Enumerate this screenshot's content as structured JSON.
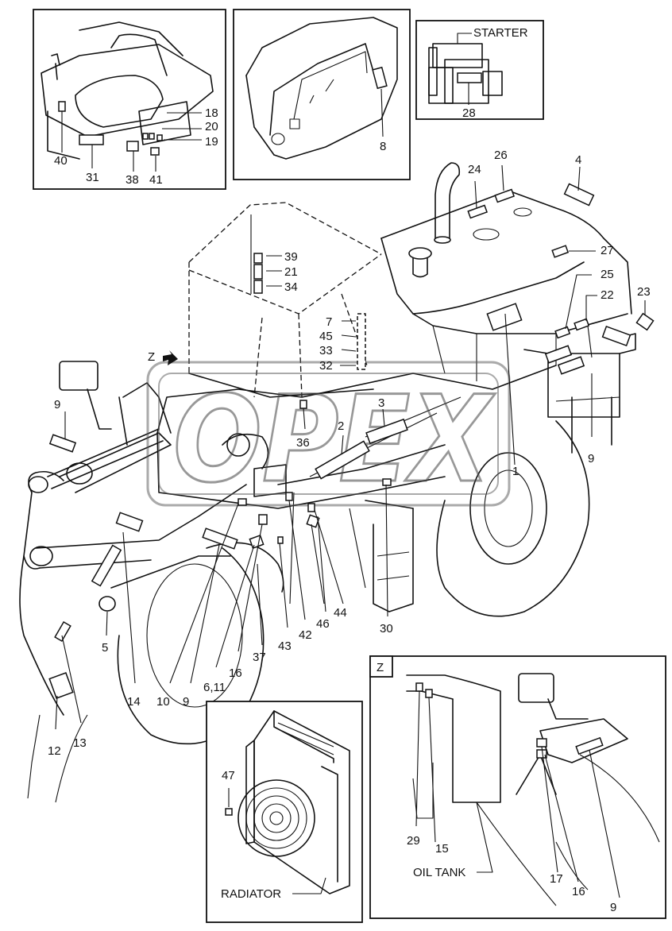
{
  "diagram": {
    "watermark": "OPEX",
    "inset_starter": {
      "title": "STARTER",
      "part": "28"
    },
    "inset_seat": {
      "parts": [
        "18",
        "20",
        "19",
        "40",
        "31",
        "38",
        "41"
      ]
    },
    "inset_dash": {
      "parts": [
        "8"
      ]
    },
    "inset_z": {
      "view": "Z",
      "oil_tank": "OIL TANK",
      "parts": [
        "29",
        "15",
        "17",
        "16",
        "9"
      ]
    },
    "inset_radiator": {
      "title": "RADIATOR",
      "part": "47"
    },
    "view_marker": "Z",
    "main_parts": {
      "p24": "24",
      "p26": "26",
      "p4": "4",
      "p27": "27",
      "p25": "25",
      "p22": "22",
      "p23": "23",
      "p39": "39",
      "p21": "21",
      "p34": "34",
      "p7": "7",
      "p45": "45",
      "p33": "33",
      "p32": "32",
      "p36": "36",
      "p2": "2",
      "p3": "3",
      "p1": "1",
      "p9a": "9",
      "p9b": "9",
      "p9c": "9",
      "p5": "5",
      "p14": "14",
      "p10": "10",
      "p611": "6,11",
      "p16": "16",
      "p37": "37",
      "p43": "43",
      "p42": "42",
      "p46": "46",
      "p44": "44",
      "p30": "30",
      "p12": "12",
      "p13": "13"
    }
  }
}
